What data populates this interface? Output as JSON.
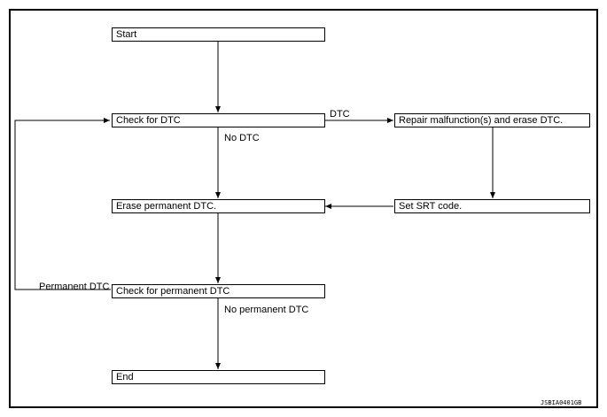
{
  "diagram": {
    "nodes": {
      "start": "Start",
      "check_dtc": "Check for DTC",
      "repair": "Repair malfunction(s) and erase DTC.",
      "erase_permanent": "Erase permanent DTC.",
      "set_srt": "Set SRT code.",
      "check_permanent": "Check for permanent DTC",
      "end": "End"
    },
    "edges": {
      "dtc": "DTC",
      "no_dtc": "No DTC",
      "permanent_dtc": "Permanent DTC",
      "no_permanent_dtc": "No permanent DTC"
    },
    "figure_code": "JSBIA0401GB"
  }
}
